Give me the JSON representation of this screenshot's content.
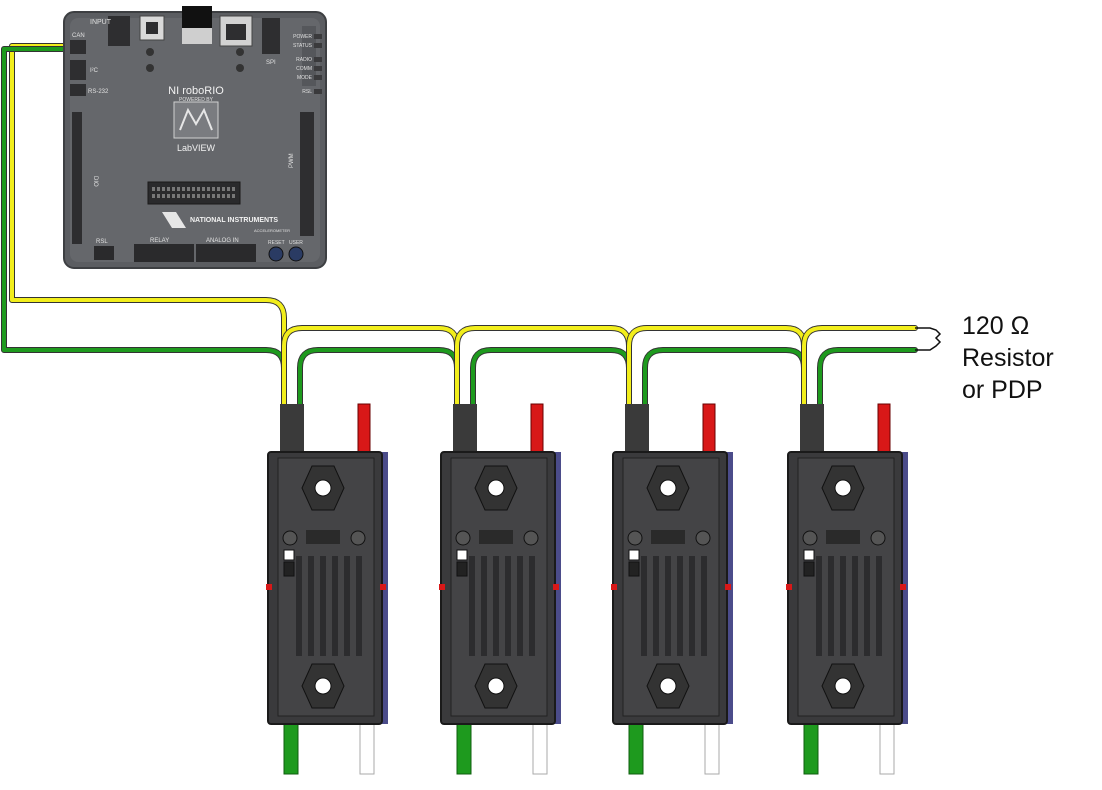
{
  "controller": {
    "name": "NI roboRIO",
    "brand": "NATIONAL INSTRUMENTS",
    "badge_top": "POWERED BY",
    "badge_main": "LabVIEW",
    "ports": {
      "input": "INPUT",
      "can": "CAN",
      "i2c": "I²C",
      "rs232": "RS-232",
      "spi": "SPI",
      "dio": "DIO",
      "pwm": "PWM",
      "relay": "RELAY",
      "analog_in": "ANALOG IN",
      "rsl": "RSL",
      "reset": "RESET",
      "user": "USER",
      "accelerometer": "ACCELEROMETER"
    },
    "status_leds": [
      "POWER",
      "STATUS",
      "RADIO",
      "COMM",
      "MODE",
      "RSL"
    ]
  },
  "termination": {
    "line1": "120 Ω",
    "line2": "Resistor",
    "line3": "or PDP"
  },
  "colors": {
    "can_high": "#f2ee1c",
    "can_low": "#1e9a1e",
    "power": "#d81818",
    "controller_body": "#5a5c60",
    "device_body": "#3a3a3c"
  },
  "devices": [
    {
      "id": 1
    },
    {
      "id": 2
    },
    {
      "id": 3
    },
    {
      "id": 4
    }
  ]
}
